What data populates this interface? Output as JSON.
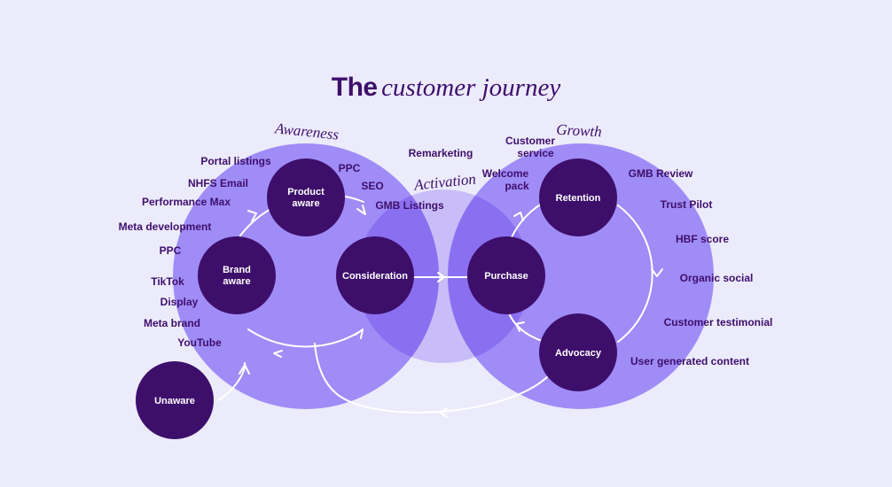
{
  "title": {
    "plain": "The",
    "italic": "customer journey"
  },
  "phases": {
    "awareness": "Awareness",
    "activation": "Activation",
    "growth": "Growth"
  },
  "nodes": {
    "product_aware": [
      "Product",
      "aware"
    ],
    "brand_aware": [
      "Brand",
      "aware"
    ],
    "consideration": "Consideration",
    "unaware": "Unaware",
    "purchase": "Purchase",
    "retention": "Retention",
    "advocacy": "Advocacy"
  },
  "awareness_channels": {
    "portal_listings": "Portal listings",
    "nhfs_email": "NHFS Email",
    "performance_max": "Performance Max",
    "meta_development": "Meta development",
    "ppc_left": "PPC",
    "tiktok": "TikTok",
    "display": "Display",
    "meta_brand": "Meta brand",
    "youtube": "YouTube"
  },
  "consideration_channels": {
    "ppc": "PPC",
    "seo": "SEO",
    "gmb_listings": "GMB Listings"
  },
  "activation_channels": {
    "remarketing": "Remarketing",
    "customer_service": [
      "Customer",
      "service"
    ],
    "welcome_pack": [
      "Welcome",
      "pack"
    ]
  },
  "growth_channels": {
    "gmb_review": "GMB Review",
    "trust_pilot": "Trust Pilot",
    "hbf_score": "HBF score",
    "organic_social": "Organic social",
    "customer_testimonial": "Customer testimonial",
    "user_generated_content": "User generated content"
  },
  "colors": {
    "background": "#ecebfc",
    "big_circle": "#a08cf6",
    "overlap": "#8a70f0",
    "activation_circle": "#c8bdf8",
    "node": "#3d0f6b",
    "text": "#3d0f6b",
    "arrow": "#ffffff"
  }
}
